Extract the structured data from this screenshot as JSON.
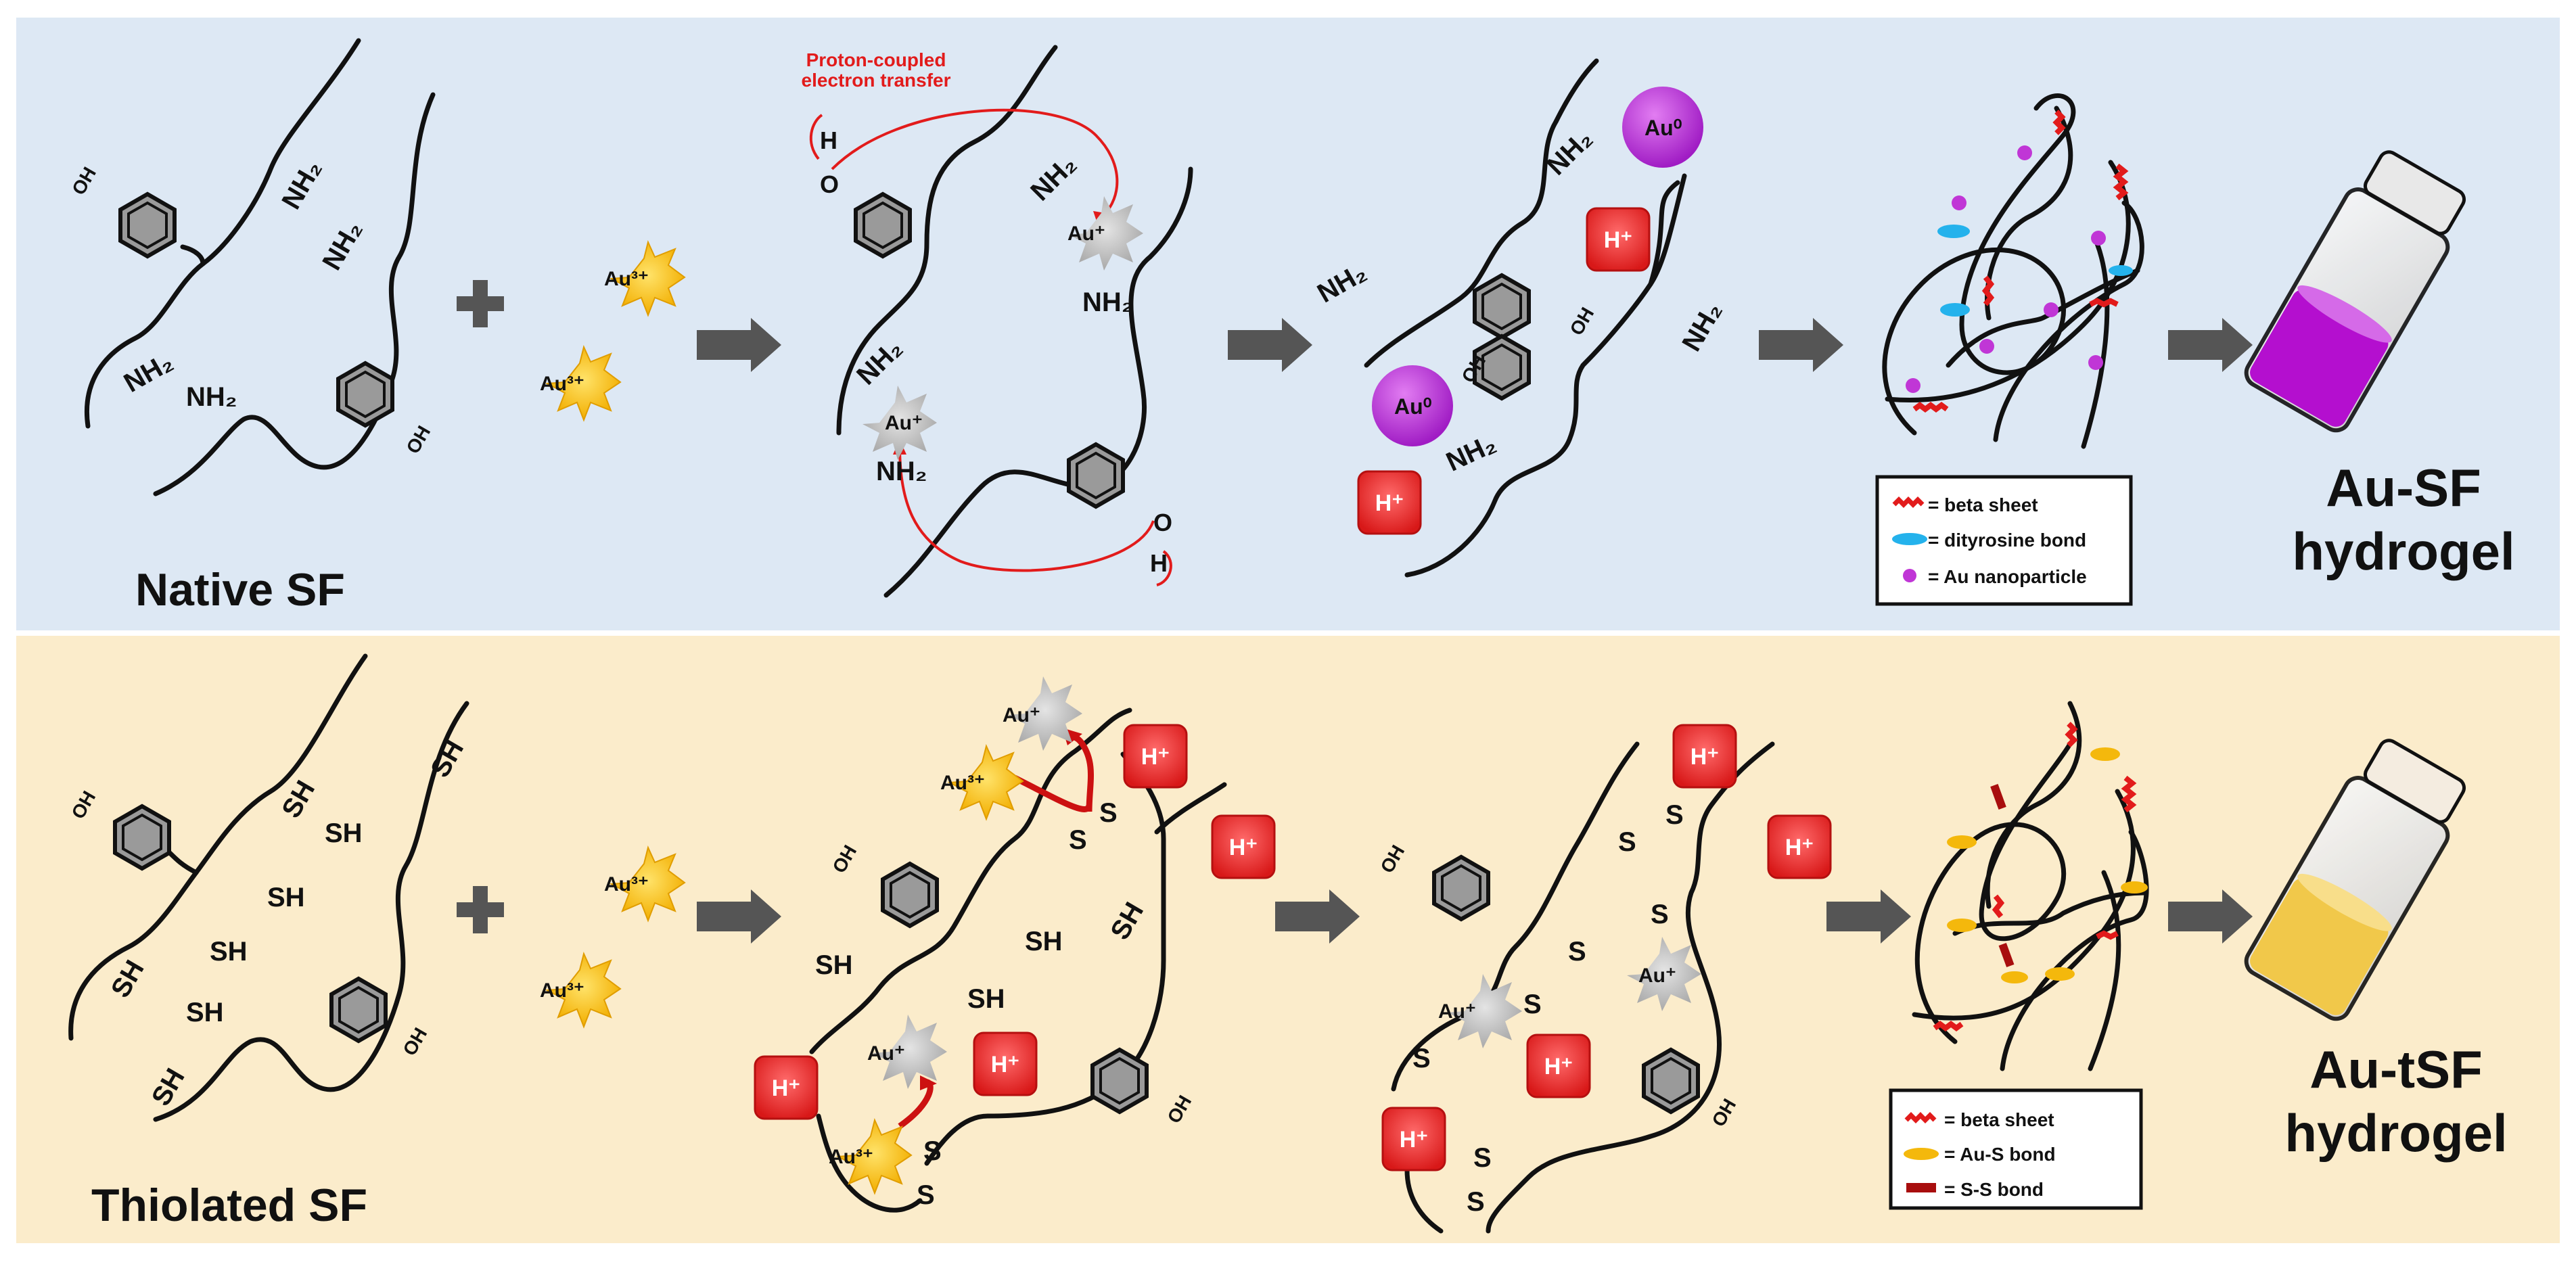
{
  "top_row": {
    "title": "Native SF",
    "au3_label": "Au³⁺",
    "au1_label": "Au⁺",
    "au0_label": "Au⁰",
    "proton_label": "H⁺",
    "pcet_line1": "Proton-coupled",
    "pcet_line2": "electron transfer",
    "amine": "NH₂",
    "hydroxyl": "OH",
    "h_atom": "H",
    "o_atom": "O",
    "product_line1": "Au-SF",
    "product_line2": "hydrogel",
    "legend": [
      {
        "label": "= beta sheet",
        "marker": "red-zigzag"
      },
      {
        "label": "= dityrosine  bond",
        "marker": "blue-ellipse"
      },
      {
        "label": "=  Au  nanoparticle",
        "marker": "purple-dot"
      }
    ]
  },
  "bottom_row": {
    "title": "Thiolated SF",
    "au3_label": "Au³⁺",
    "au1_label": "Au⁺",
    "proton_label": "H⁺",
    "thiol": "SH",
    "sulfur": "S",
    "hydroxyl": "OH",
    "product_line1": "Au-tSF",
    "product_line2": "hydrogel",
    "legend": [
      {
        "label": "= beta sheet",
        "marker": "red-zigzag"
      },
      {
        "label": "= Au-S bond",
        "marker": "yellow-ellipse"
      },
      {
        "label": "= S-S bond",
        "marker": "dark-red-bar"
      }
    ]
  },
  "colors": {
    "top_background": "#dde8f4",
    "bottom_background": "#fbeccb",
    "gold_ion": "#f5b800",
    "gold_monovalent": "#b9b9b9",
    "nanoparticle": "#b22fd6",
    "proton_box": "#ea2b2b",
    "arrow": "#555555",
    "reaction_arrow": "#e21b1b",
    "top_gel": "#b40fcf",
    "bottom_gel": "#f1c84a"
  }
}
